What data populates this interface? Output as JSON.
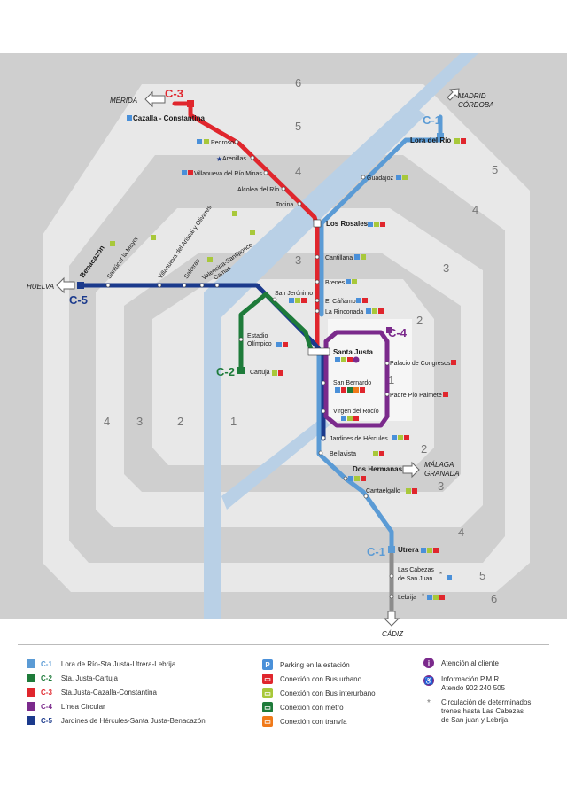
{
  "map": {
    "zones": [
      "1",
      "2",
      "3",
      "4",
      "5",
      "6"
    ],
    "destinations": {
      "merida": "MÉRIDA",
      "madrid": "MADRID",
      "cordoba": "CÓRDOBA",
      "huelva": "HUELVA",
      "malaga": "MÁLAGA",
      "granada": "GRANADA",
      "cadiz": "CÁDIZ"
    },
    "line_ids": {
      "c1": "C-1",
      "c2": "C-2",
      "c3": "C-3",
      "c4": "C-4",
      "c5": "C-5"
    },
    "stations": {
      "cazalla": "Cazalla - Constantina",
      "pedroso": "Pedroso",
      "arenillas": "Arenillas",
      "villanueva_minas": "Villanueva del Río Minas",
      "alcolea": "Alcolea del Río",
      "tocina": "Tocina",
      "lora": "Lora del Río",
      "guadajoz": "Guadajoz",
      "los_rosales": "Los Rosales",
      "cantillana": "Cantillana",
      "brenes": "Brenes",
      "el_canamo": "El Cáñamo",
      "la_rinconada": "La Rinconada",
      "santa_justa": "Santa Justa",
      "palacio": "Palacio de Congresos",
      "san_bernardo": "San Bernardo",
      "padre_pio": "Padre Pío Palmete",
      "virgen_rocio": "Virgen del Rocío",
      "jardines": "Jardines de Hércules",
      "bellavista": "Bellavista",
      "dos_hermanas": "Dos Hermanas",
      "cantaelgallo": "Cantaelgallo",
      "utrera": "Utrera",
      "cabezas": "Las Cabezas",
      "cabezas2": "de San Juan",
      "lebrija": "Lebrija",
      "estadio": "Estadio",
      "estadio2": "Olímpico",
      "cartuja": "Cartuja",
      "san_jeronimo": "San Jerónimo",
      "benacazon": "Benacazón",
      "sanlucar": "Sanlúcar la Mayor",
      "villanueva_ariscal": "Villanueva del Ariscal y Olivares",
      "salteras": "Salteras",
      "valencina": "Valencina-Santiponce",
      "camas": "Camas"
    }
  },
  "legend": {
    "lines": [
      {
        "id": "C-1",
        "label": "Lora de Río-Sta.Justa-Utrera-Lebrija",
        "color": "#5b9bd5"
      },
      {
        "id": "C-2",
        "label": "Sta. Justa-Cartuja",
        "color": "#1e7b3a"
      },
      {
        "id": "C-3",
        "label": "Sta.Justa-Cazalla-Constantina",
        "color": "#e0262d"
      },
      {
        "id": "C-4",
        "label": "Línea Circular",
        "color": "#7b2a8c"
      },
      {
        "id": "C-5",
        "label": "Jardines de Hércules-Santa Justa-Benacazón",
        "color": "#1b3a8c"
      }
    ],
    "services": [
      {
        "icon": "parking-icon",
        "glyph": "P",
        "label": "Parking en la estación",
        "color": "#4a90d9"
      },
      {
        "icon": "urban-bus-icon",
        "glyph": "▭",
        "label": "Conexión con Bus urbano",
        "color": "#e0262d"
      },
      {
        "icon": "intercity-bus-icon",
        "glyph": "▭",
        "label": "Conexión con Bus interurbano",
        "color": "#a8c83a"
      },
      {
        "icon": "metro-icon",
        "glyph": "▭",
        "label": "Conexión con metro",
        "color": "#1e7b3a"
      },
      {
        "icon": "tram-icon",
        "glyph": "▭",
        "label": "Conexión con tranvía",
        "color": "#f07a1a"
      }
    ],
    "info": {
      "customer": "Atención al cliente",
      "pmr1": "Información P.M.R.",
      "pmr2": "Atendo 902 240 505",
      "note1": "Circulación de determinados",
      "note2": "trenes hasta Las Cabezas",
      "note3": "de San juan y Lebrija"
    }
  },
  "colors": {
    "c1": "#5b9bd5",
    "c2": "#1e7b3a",
    "c3": "#e0262d",
    "c4": "#7b2a8c",
    "c5": "#1b3a8c",
    "gray_line": "#8c8c8c",
    "zone_outer": "#e4e4e4",
    "zone_inner": "#cfcfcf",
    "corridor": "#b9d0e6"
  }
}
